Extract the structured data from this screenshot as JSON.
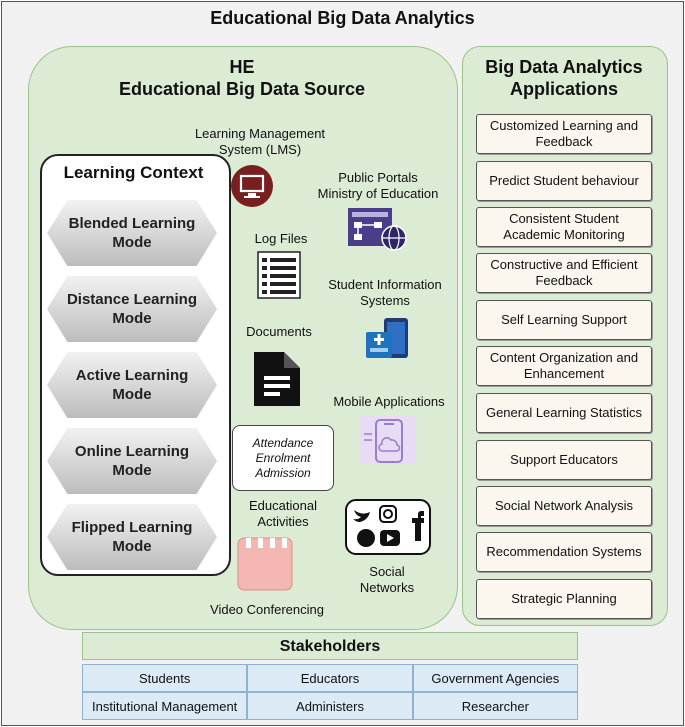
{
  "title": "Educational Big Data Analytics",
  "he": {
    "title_line1": "HE",
    "title_line2": "Educational Big Data Source"
  },
  "learning_context": {
    "title": "Learning Context",
    "modes": [
      {
        "line1": "Blended Learning",
        "line2": "Mode"
      },
      {
        "line1": "Distance Learning",
        "line2": "Mode"
      },
      {
        "line1": "Active Learning",
        "line2": "Mode"
      },
      {
        "line1": "Online Learning",
        "line2": "Mode"
      },
      {
        "line1": "Flipped Learning",
        "line2": "Mode"
      }
    ]
  },
  "sources": {
    "lms_line1": "Learning Management",
    "lms_line2": "System (LMS)",
    "portal_line1": "Public Portals",
    "portal_line2": "Ministry of Education",
    "logfiles": "Log Files",
    "sis_line1": "Student Information",
    "sis_line2": "Systems",
    "documents": "Documents",
    "mobile": "Mobile Applications",
    "attendance": [
      "Attendance",
      "Enrolment",
      "Admission"
    ],
    "edu_activities_line1": "Educational",
    "edu_activities_line2": "Activities",
    "social_line1": "Social",
    "social_line2": "Networks",
    "video": "Video Conferencing"
  },
  "applications": {
    "title_line1": "Big Data Analytics",
    "title_line2": "Applications",
    "items": [
      "Customized Learning and Feedback",
      "Predict Student behaviour",
      "Consistent Student Academic Monitoring",
      "Constructive and Efficient Feedback",
      "Self Learning Support",
      "Content Organization and Enhancement",
      "General Learning Statistics",
      "Support Educators",
      "Social Network Analysis",
      "Recommendation Systems",
      "Strategic Planning"
    ]
  },
  "stakeholders": {
    "title": "Stakeholders",
    "cells": [
      "Students",
      "Educators",
      "Government Agencies",
      "Institutional Management",
      "Administers",
      "Researcher"
    ]
  },
  "colors": {
    "panel_green": "#dcecd4",
    "lms_icon": "#7a1f1f",
    "portal_icon": "#4a3d8a",
    "sis_icon": "#1e73be",
    "mobile_icon": "#b9a3d9",
    "video_icon": "#f4b6b0",
    "stakeholder_cell": "#dbeaf4"
  }
}
